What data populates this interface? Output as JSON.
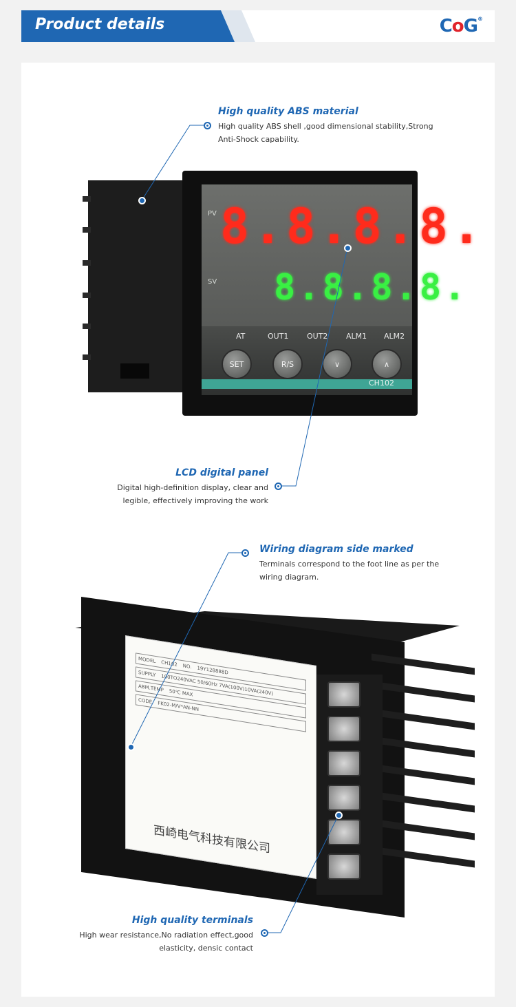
{
  "header": {
    "title": "Product details",
    "brand": "CoG",
    "brand_mark": "®"
  },
  "notes": {
    "abs": {
      "title": "High quality ABS material",
      "body": "High quality ABS shell ,good dimensional stability,Strong Anti-Shock capability."
    },
    "lcd": {
      "title": "LCD digital panel",
      "body": "Digital high-definition display, clear and legible, effectively improving the work"
    },
    "wiring": {
      "title": "Wiring diagram side marked",
      "body": "Terminals correspond to the foot line as per the wiring diagram."
    },
    "terminals": {
      "title": "High quality terminals",
      "body": "High wear resistance,No radiation effect,good elasticity, densic contact"
    }
  },
  "controller": {
    "pv_label": "PV",
    "sv_label": "SV",
    "pv_display": "8.8.8.8.",
    "sv_display": "8.8.8.8.",
    "indicators": [
      "AT",
      "OUT1",
      "OUT2",
      "ALM1",
      "ALM2"
    ],
    "buttons": [
      "SET",
      "R/S",
      "∨",
      "∧"
    ],
    "model": "CH102"
  },
  "rear_label": {
    "model_key": "MODEL",
    "model_val": "CH102",
    "no_key": "NO.",
    "no_val": "19Y128888D",
    "supply_key": "SUPPLY",
    "supply_val": "100TO240VAC 50/60Hz 7VA(100V)10VA(240V)",
    "temp_key": "ABM.TEMP",
    "temp_val": "50℃ MAX",
    "code_key": "CODE",
    "code_val": "FK02-M/V*AN-NN",
    "company": "西崎电气科技有限公司"
  },
  "colors": {
    "accent": "#1f67b3",
    "pv": "#ff2b1c",
    "sv": "#39f043",
    "teal": "#3fa595"
  }
}
